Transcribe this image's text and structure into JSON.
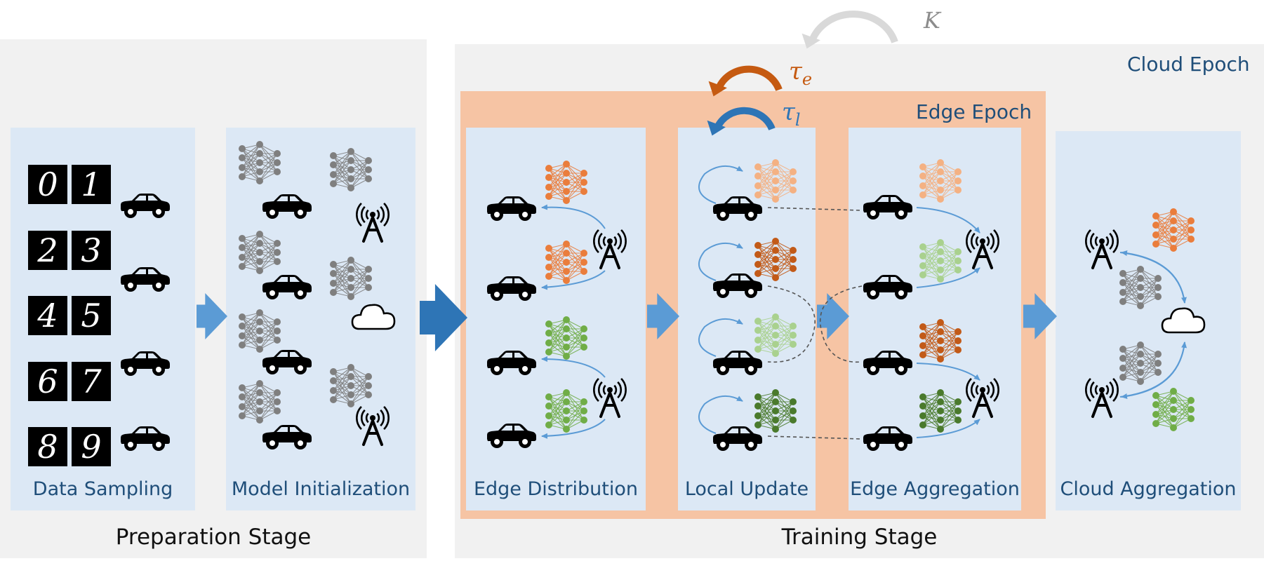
{
  "stages": {
    "preparation": "Preparation Stage",
    "training": "Training Stage"
  },
  "epochs": {
    "cloud": "Cloud Epoch",
    "edge": "Edge Epoch"
  },
  "panels": {
    "data_sampling": "Data Sampling",
    "model_initialization": "Model Initialization",
    "edge_distribution": "Edge Distribution",
    "local_update": "Local Update",
    "edge_aggregation": "Edge Aggregation",
    "cloud_aggregation": "Cloud Aggregation"
  },
  "symbols": {
    "K": "K",
    "tau": "τ",
    "e": "e",
    "l": "l"
  },
  "digits": [
    "0",
    "1",
    "2",
    "3",
    "4",
    "5",
    "6",
    "7",
    "8",
    "9"
  ],
  "colors": {
    "stage_bg": "#f1f1f1",
    "panel_bg": "#dce8f5",
    "edge_epoch_bg": "#f6c4a4",
    "label_blue": "#1f4e79",
    "orange": "#ea7d3c",
    "dark_orange": "#c25a18",
    "light_orange": "#f4b183",
    "green": "#70ad47",
    "light_green": "#a9d18e",
    "dark_green": "#4a7a2c",
    "gray": "#7f7f7f",
    "arrow_blue": "#5b9bd5",
    "arrow_dark_blue": "#2e75b6"
  }
}
